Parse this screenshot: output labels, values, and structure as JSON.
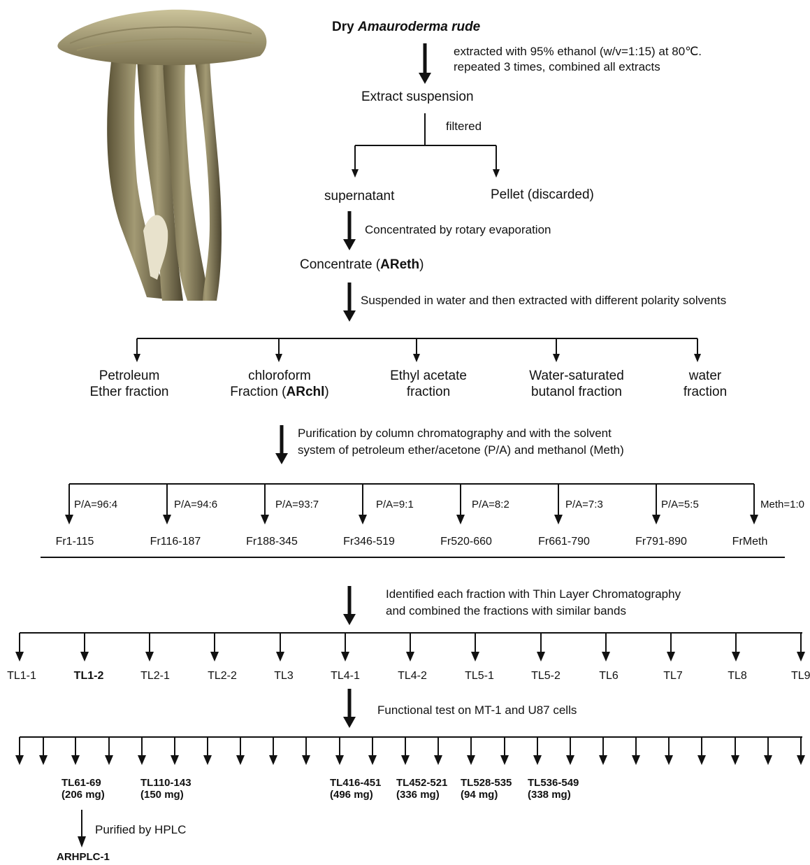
{
  "top": {
    "title_prefix": "Dry ",
    "title_species": "Amauroderma rude",
    "step1_note_line1": "extracted with 95% ethanol (w/v=1:15) at 80℃.",
    "step1_note_line2": "repeated 3 times, combined all extracts",
    "extract_suspension": "Extract suspension",
    "filtered": "filtered",
    "supernatant": "supernatant",
    "pellet": "Pellet (discarded)",
    "step2_note": "Concentrated by rotary evaporation",
    "concentrate_prefix": "Concentrate (",
    "concentrate_code": "AReth",
    "concentrate_suffix": ")",
    "step3_note": "Suspended in water and then extracted with different polarity solvents"
  },
  "solvent_fractions": {
    "petroleum_line1": "Petroleum",
    "petroleum_line2": "Ether fraction",
    "chloroform_line1": "chloroform",
    "chloroform_line2_prefix": "Fraction (",
    "chloroform_code": "ARchl",
    "chloroform_line2_suffix": ")",
    "ethyl_line1": "Ethyl acetate",
    "ethyl_line2": "fraction",
    "butanol_line1": "Water-saturated",
    "butanol_line2": "butanol fraction",
    "water_line1": "water",
    "water_line2": "fraction"
  },
  "purification": {
    "note_line1": "Purification by column chromatography and with the solvent",
    "note_line2": "system of petroleum ether/acetone (P/A) and methanol (Meth)",
    "ratios": [
      "P/A=96:4",
      "P/A=94:6",
      "P/A=93:7",
      "P/A=9:1",
      "P/A=8:2",
      "P/A=7:3",
      "P/A=5:5",
      "Meth=1:0"
    ],
    "fractions": [
      "Fr1-115",
      "Fr116-187",
      "Fr188-345",
      "Fr346-519",
      "Fr520-660",
      "Fr661-790",
      "Fr791-890",
      "FrMeth"
    ]
  },
  "tlc": {
    "note_line1": "Identified each fraction with Thin Layer Chromatography",
    "note_line2": "and combined the fractions with similar bands",
    "labels": [
      "TL1-1",
      "TL1-2",
      "TL2-1",
      "TL2-2",
      "TL3",
      "TL4-1",
      "TL4-2",
      "TL5-1",
      "TL5-2",
      "TL6",
      "TL7",
      "TL8",
      "TL9"
    ],
    "bold_label": "TL1-2"
  },
  "functional": {
    "note": "Functional test on MT-1 and U87 cells",
    "selected": [
      {
        "name": "TL61-69",
        "mass": "(206 mg)"
      },
      {
        "name": "TL110-143",
        "mass": "(150 mg)"
      },
      {
        "name": "TL416-451",
        "mass": "(496 mg)"
      },
      {
        "name": "TL452-521",
        "mass": "(336 mg)"
      },
      {
        "name": "TL528-535",
        "mass": "(94 mg)"
      },
      {
        "name": "TL536-549",
        "mass": "(338 mg)"
      }
    ]
  },
  "hplc": {
    "note": "Purified by HPLC",
    "product": "ARHPLC-1"
  }
}
